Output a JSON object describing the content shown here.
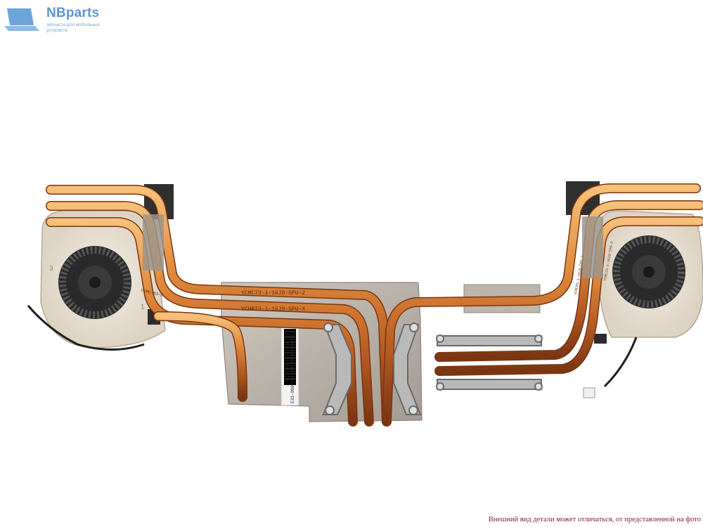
{
  "logo": {
    "title": "NBparts",
    "tagline": "запчасти для мобильных устройств",
    "icon": "laptop-icon",
    "color": "#5b97d4"
  },
  "photo": {
    "icon": "heatsink-cooler-icon"
  },
  "disclaimer": {
    "text": "Внешний вид детали может отличаться, от представленной на фото",
    "color": "#8a1a33"
  },
  "labels": {
    "pipe_top": "YCMC73-1-16J8-GPU-2",
    "pipe_bottom": "YCHBT3-1-16J9-GPU-X",
    "barcode_number": "E33-0800170-A87 PHBR260072B",
    "fan_left_mark_1": "3",
    "fan_left_mark_2": "1",
    "left_tag": "YCMC-B3-1",
    "right_tag_1": "YCMC83-1-16J9-CPU-1",
    "right_tag_2": "YCMC23-1-16J9-CPU-2"
  }
}
